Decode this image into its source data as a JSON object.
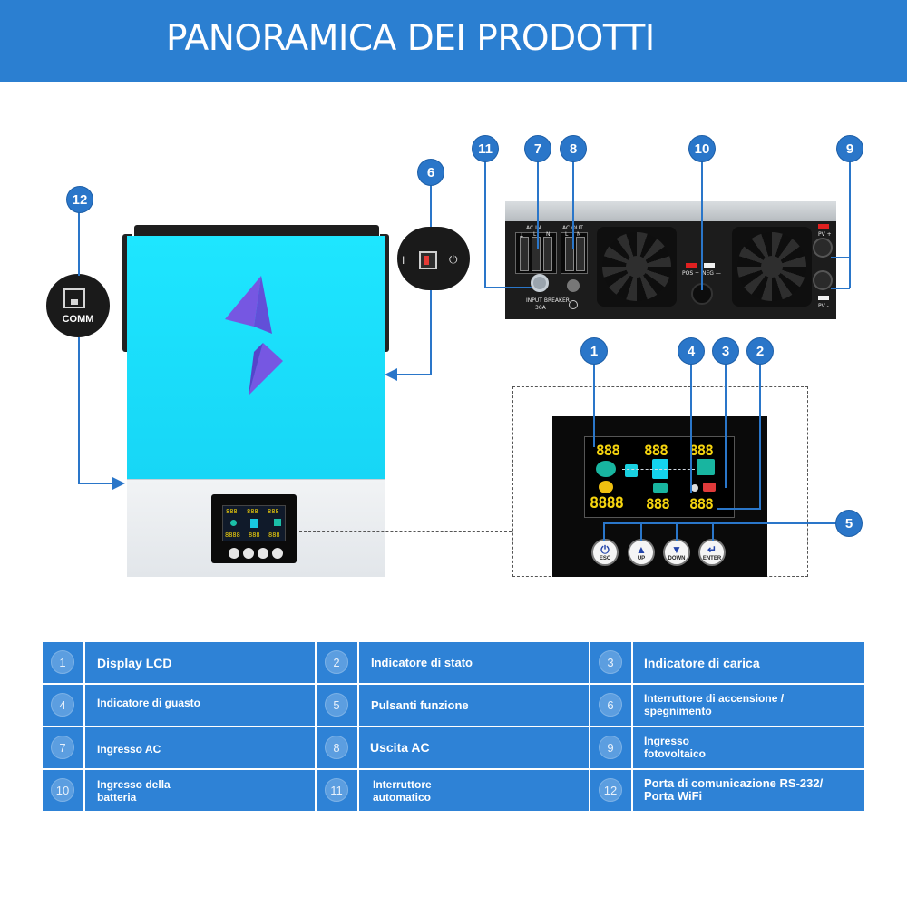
{
  "header": {
    "title": "PANORAMICA DEI PRODOTTI",
    "bg_color": "#2b7fd1"
  },
  "callouts": {
    "c1": "1",
    "c2": "2",
    "c3": "3",
    "c4": "4",
    "c5": "5",
    "c6": "6",
    "c7": "7",
    "c8": "8",
    "c9": "9",
    "c10": "10",
    "c11": "11",
    "c12": "12"
  },
  "comm_port": {
    "label": "COMM",
    "icon": "network-port-icon"
  },
  "power_switch": {
    "icon": "power-icon",
    "off_glyph": "I",
    "on_glyph": "⏻"
  },
  "rear": {
    "ac_in_label": "AC IN",
    "ac_out_label": "AC OUT",
    "ac_in_terms": [
      "⏚",
      "L",
      "N"
    ],
    "ac_out_terms": [
      "L",
      "N"
    ],
    "breaker_label": "INPUT BREAKER",
    "breaker_rating": "30A",
    "pos_label": "POS +",
    "neg_label": "NEG —",
    "pv_pos_label": "PV +",
    "pv_neg_label": "PV -"
  },
  "lcd": {
    "segments": [
      "888",
      "888",
      "888",
      "8888",
      "888",
      "888"
    ],
    "buttons": [
      {
        "label": "ESC",
        "icon": "power-icon",
        "glyph": "⏻"
      },
      {
        "label": "UP",
        "icon": "arrow-up-icon",
        "glyph": "▲"
      },
      {
        "label": "DOWN",
        "icon": "arrow-down-icon",
        "glyph": "▼"
      },
      {
        "label": "ENTER",
        "icon": "enter-icon",
        "glyph": "↵"
      }
    ]
  },
  "mini_lcd": {
    "segments": [
      "888",
      "888",
      "888",
      "8888",
      "888",
      "888"
    ]
  },
  "legend": [
    {
      "num": "1",
      "text": "Display LCD"
    },
    {
      "num": "2",
      "text": "Indicatore di stato"
    },
    {
      "num": "3",
      "text": "Indicatore di carica"
    },
    {
      "num": "4",
      "text": "Indicatore di guasto"
    },
    {
      "num": "5",
      "text": "Pulsanti funzione"
    },
    {
      "num": "6",
      "text": "Interruttore di accensione / spegnimento"
    },
    {
      "num": "7",
      "text": "Ingresso AC"
    },
    {
      "num": "8",
      "text": "Uscita AC"
    },
    {
      "num": "9",
      "text": "Ingresso fotovoltaico"
    },
    {
      "num": "10",
      "text": "Ingresso della batteria"
    },
    {
      "num": "11",
      "text": "Interruttore automatico"
    },
    {
      "num": "12",
      "text": "Porta di comunicazione RS-232/ Porta WiFi"
    }
  ],
  "colors": {
    "accent": "#2a76c9",
    "legend_bg": "#2e82d6",
    "device_face": "#1ee6ff",
    "logo": "#7b4fe0"
  }
}
